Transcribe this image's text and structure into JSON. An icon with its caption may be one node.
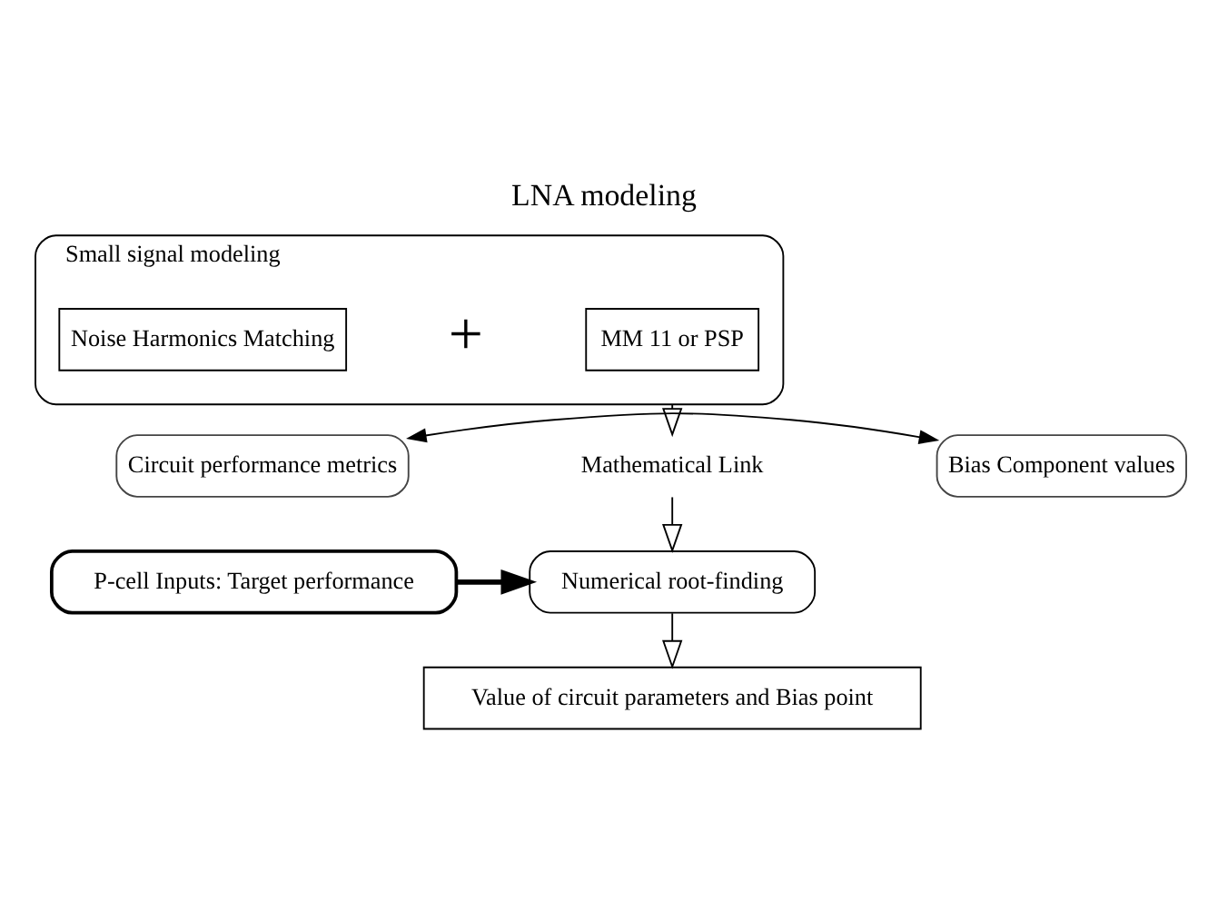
{
  "diagram": {
    "title": "LNA modeling",
    "nodes": [
      {
        "text": [
          "Small signal modeling"
        ]
      },
      {
        "text": [
          "Noise Harmonics Matching"
        ],
        "in": 0
      },
      {
        "text": [
          "MM 11 or PSP"
        ],
        "in": 0
      },
      {
        "text": [
          "Circuit performance metrics"
        ]
      },
      {
        "text": [
          "Mathematical Link"
        ]
      },
      {
        "text": [
          "Bias Component values"
        ]
      },
      {
        "text": [
          "P-cell Inputs: Target performance"
        ]
      },
      {
        "text": [
          "Numerical root-finding"
        ]
      },
      {
        "text": [
          "Value of circuit parameters and Bias point"
        ]
      }
    ],
    "edges": [
      {
        "from": 0,
        "to": 4,
        "arrow": "to"
      },
      {
        "from": 3,
        "to": 5,
        "arrow": "both"
      },
      {
        "from": 4,
        "to": 7,
        "arrow": "to"
      },
      {
        "from": 6,
        "to": 7,
        "arrow": "to",
        "style": "thick"
      },
      {
        "from": 7,
        "to": 8,
        "arrow": "to"
      }
    ],
    "labels": [
      "+"
    ]
  }
}
